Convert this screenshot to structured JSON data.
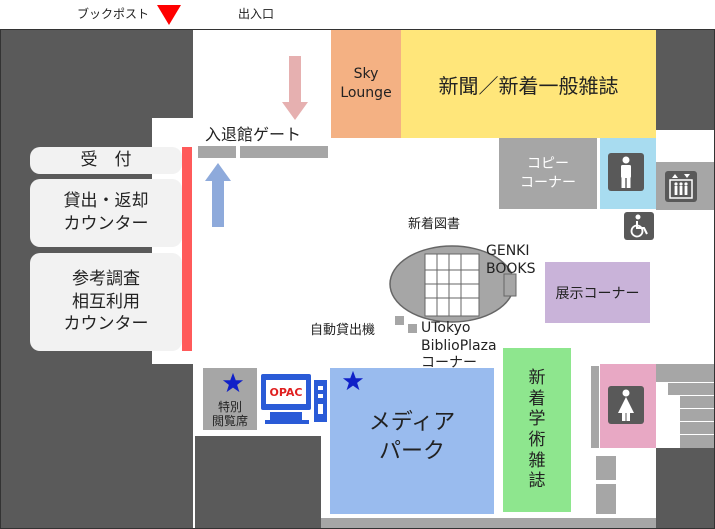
{
  "header": {
    "book_post": "ブックポスト",
    "entrance": "出入口"
  },
  "gate": "入退館ゲート",
  "rooms": {
    "sky_lounge": "Sky\nLounge",
    "newspapers": "新聞／新着一般雑誌",
    "copy_corner": "コピー\nコーナー",
    "new_books": "新着図書",
    "genki_books": "GENKI\nBOOKS",
    "exhibition": "展示コーナー",
    "self_checkout": "自動貸出機",
    "utokyo_biblioplaza": "UTokyo\nBiblioPlaza\nコーナー",
    "special_reading": "特別\n閲覧席",
    "opac": "OPAC",
    "media_park": "メディア\nパーク",
    "new_academic_journals": "新\n着\n学\n術\n雑\n誌"
  },
  "counters": {
    "reception": "受　付",
    "lending_return": "貸出・返却\nカウンター",
    "reference": "参考調査\n相互利用\nカウンター"
  },
  "icons": [
    "book-post-marker-icon",
    "entry-arrow-icon",
    "exit-arrow-icon",
    "male-restroom-icon",
    "female-restroom-icon",
    "wheelchair-icon",
    "elevator-icon",
    "star-icon",
    "computer-icon"
  ],
  "colors": {
    "wall": "#5a5a5a",
    "sky_lounge": "#f4b183",
    "newspapers": "#ffe67a",
    "exhibition": "#c9b3d9",
    "media_park": "#99bbee",
    "journals": "#8ee68e",
    "male_restroom": "#a8dcf0",
    "female_restroom": "#e8a8c4",
    "counter_strip": "#ff5a5a",
    "marker": "#ff0000",
    "star": "#1020c8"
  }
}
